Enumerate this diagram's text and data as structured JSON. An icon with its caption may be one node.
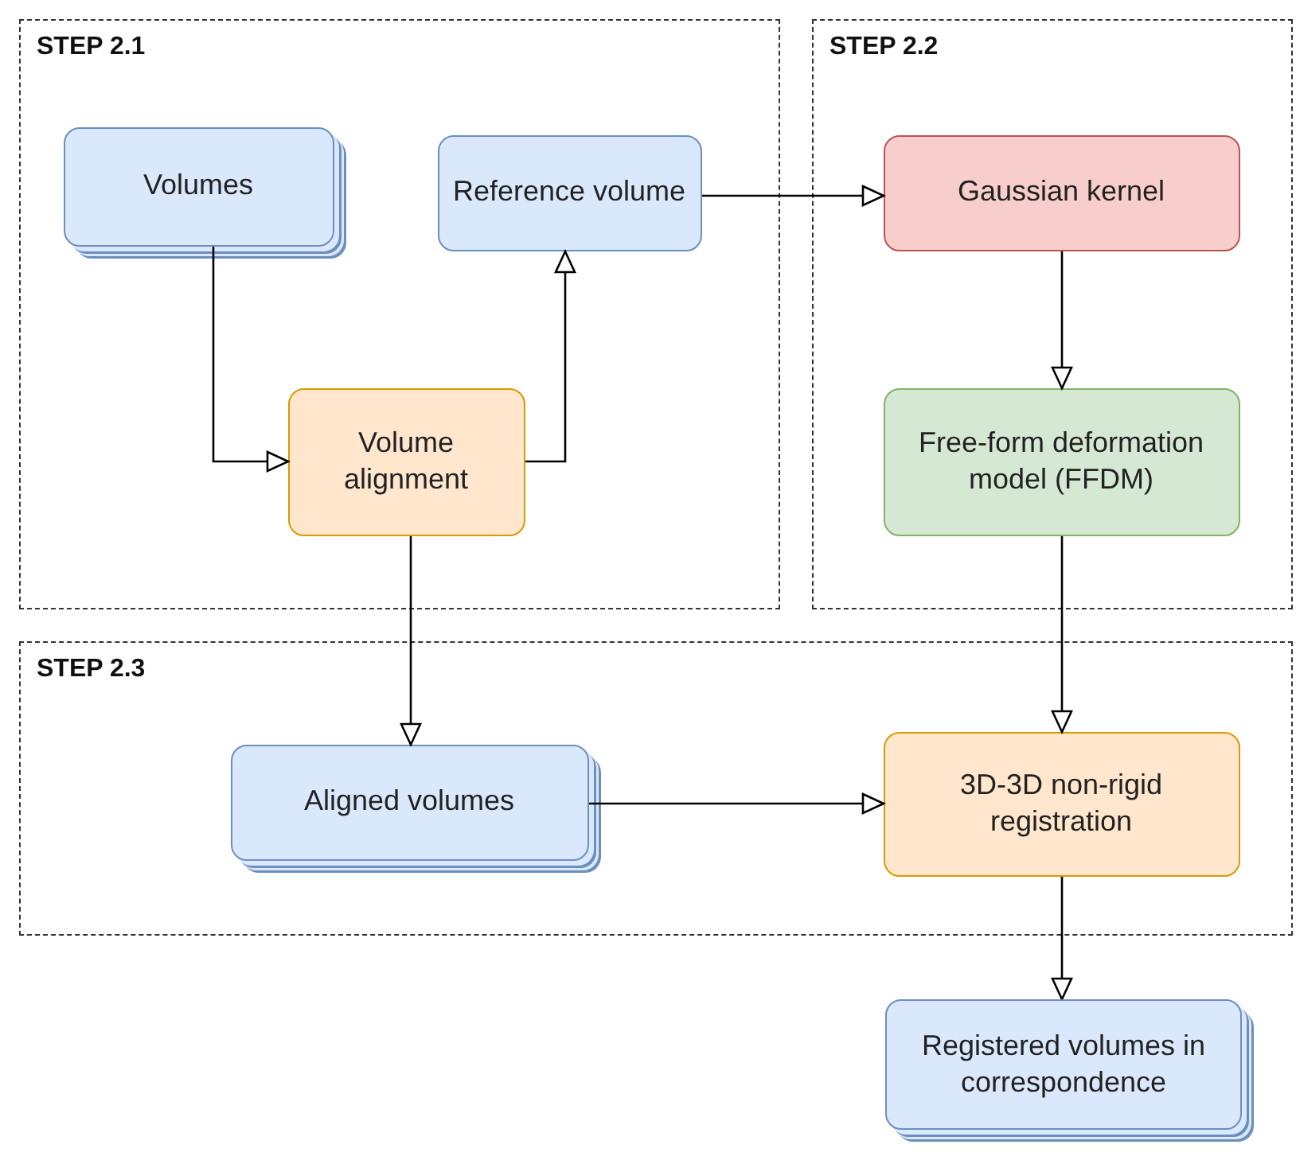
{
  "diagram": {
    "nodes": [
      {
        "text": [
          "STEP 2.1"
        ]
      },
      {
        "text": [
          "STEP 2.2"
        ]
      },
      {
        "text": [
          "STEP 2.3"
        ]
      },
      {
        "text": [
          "Volumes"
        ],
        "in": 0
      },
      {
        "text": [
          "Reference volume"
        ],
        "in": 0
      },
      {
        "text": [
          "Volume alignment"
        ],
        "in": 0
      },
      {
        "text": [
          "Gaussian kernel"
        ],
        "in": 1
      },
      {
        "text": [
          "Free-form deformation model (FFDM)"
        ],
        "in": 1
      },
      {
        "text": [
          "Aligned volumes"
        ],
        "in": 2
      },
      {
        "text": [
          "3D-3D non-rigid registration"
        ],
        "in": 2
      },
      {
        "text": [
          "Registered volumes in correspondence"
        ]
      }
    ],
    "edges": [
      {
        "from": 3,
        "to": 5,
        "arrow": "to"
      },
      {
        "from": 5,
        "to": 4,
        "arrow": "to"
      },
      {
        "from": 4,
        "to": 6,
        "arrow": "to"
      },
      {
        "from": 6,
        "to": 7,
        "arrow": "to"
      },
      {
        "from": 5,
        "to": 8,
        "arrow": "to"
      },
      {
        "from": 8,
        "to": 9,
        "arrow": "to"
      },
      {
        "from": 7,
        "to": 9,
        "arrow": "to"
      },
      {
        "from": 9,
        "to": 10,
        "arrow": "to"
      }
    ]
  }
}
